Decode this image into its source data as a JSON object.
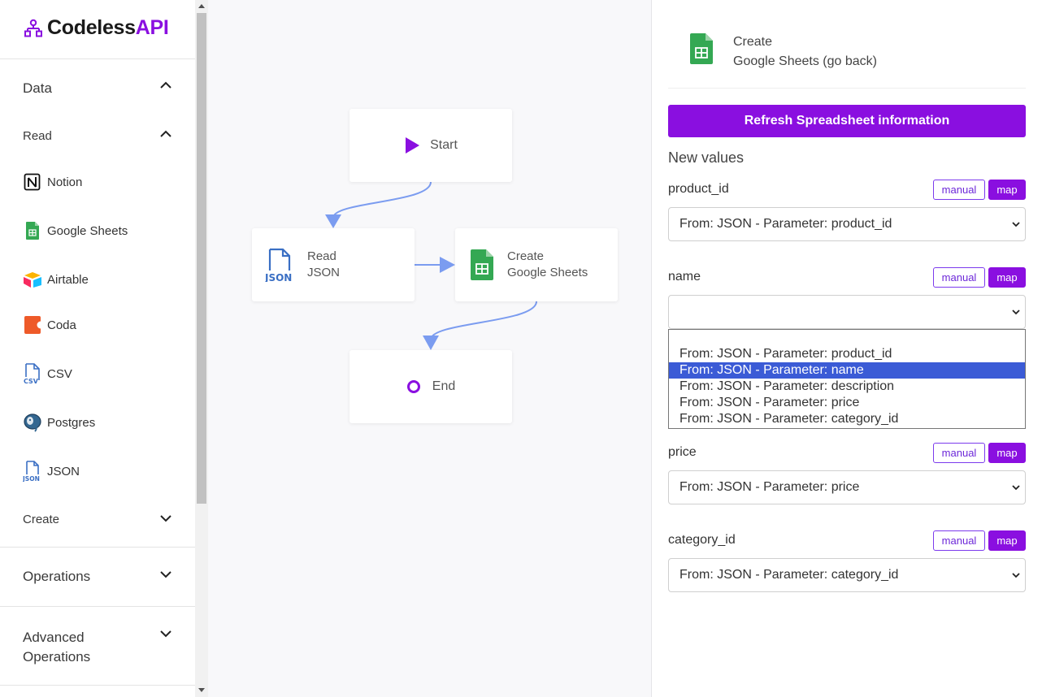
{
  "sidebar": {
    "brand_main": "Codeless",
    "brand_accent": "API",
    "sections": {
      "data": "Data",
      "read": "Read",
      "create": "Create",
      "operations": "Operations",
      "advanced_line1": "Advanced",
      "advanced_line2": "Operations"
    },
    "read_items": [
      {
        "label": "Notion",
        "icon": "notion-icon"
      },
      {
        "label": "Google Sheets",
        "icon": "google-sheets-icon"
      },
      {
        "label": "Airtable",
        "icon": "airtable-icon"
      },
      {
        "label": "Coda",
        "icon": "coda-icon"
      },
      {
        "label": "CSV",
        "icon": "csv-icon"
      },
      {
        "label": "Postgres",
        "icon": "postgres-icon"
      },
      {
        "label": "JSON",
        "icon": "json-icon"
      }
    ]
  },
  "canvas": {
    "start_label": "Start",
    "read_line1": "Read",
    "read_line2": "JSON",
    "create_line1": "Create",
    "create_line2": "Google Sheets",
    "end_label": "End",
    "json_icon_text": "JSON"
  },
  "panel": {
    "header_line1": "Create",
    "header_line2": "Google Sheets (go back)",
    "refresh_label": "Refresh Spreadsheet information",
    "new_values_label": "New values",
    "manual_label": "manual",
    "map_label": "map",
    "fields": {
      "product_id": {
        "label": "product_id",
        "value": "From: JSON - Parameter: product_id"
      },
      "name": {
        "label": "name",
        "value": ""
      },
      "price": {
        "label": "price",
        "value": "From: JSON - Parameter: price"
      },
      "category_id": {
        "label": "category_id",
        "value": "From: JSON - Parameter: category_id"
      }
    },
    "dropdown_options": [
      "From: JSON - Parameter: product_id",
      "From: JSON - Parameter: name",
      "From: JSON - Parameter: description",
      "From: JSON - Parameter: price",
      "From: JSON - Parameter: category_id"
    ],
    "dropdown_selected_index": 1
  },
  "colors": {
    "accent": "#8a0fe0",
    "edge": "#7b9cf0",
    "sheets_green": "#34a853",
    "json_blue": "#3a6fc4",
    "option_highlight": "#3b5bd6"
  }
}
